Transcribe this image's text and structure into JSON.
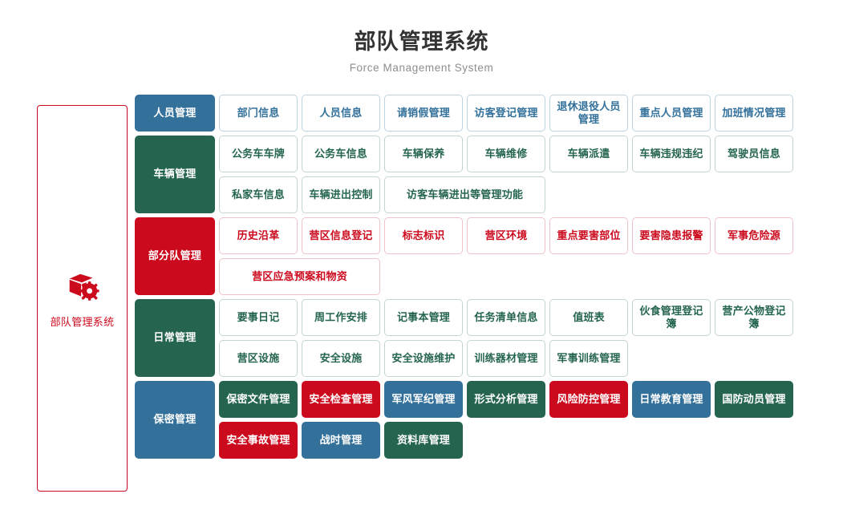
{
  "header": {
    "title": "部队管理系统",
    "subtitle": "Force Management System"
  },
  "sidebar": {
    "icon": "cube-gear-icon",
    "label": "部队管理系统",
    "accent": "#cc0a1e"
  },
  "palette": {
    "blue": "#33719b",
    "green": "#256550",
    "red": "#cc0a1e",
    "blue_border": "#bcd3e2",
    "green_border": "#c3d6ce",
    "red_border": "#f0c3c9",
    "title_color": "#333333",
    "subtitle_color": "#8e8e8e"
  },
  "rows": [
    {
      "category": "人员管理",
      "category_style": "blue",
      "item_style": "o-blue",
      "items": [
        {
          "label": "部门信息"
        },
        {
          "label": "人员信息"
        },
        {
          "label": "请销假管理"
        },
        {
          "label": "访客登记管理"
        },
        {
          "label": "退休退役人员管理"
        },
        {
          "label": "重点人员管理"
        },
        {
          "label": "加班情况管理"
        }
      ]
    },
    {
      "category": "车辆管理",
      "category_style": "green",
      "item_style": "o-green",
      "items": [
        {
          "label": "公务车车牌"
        },
        {
          "label": "公务车信息"
        },
        {
          "label": "车辆保养"
        },
        {
          "label": "车辆维修"
        },
        {
          "label": "车辆派遣"
        },
        {
          "label": "车辆违规违纪"
        },
        {
          "label": "驾驶员信息"
        },
        {
          "label": "私家车信息"
        },
        {
          "label": "车辆进出控制"
        },
        {
          "label": "访客车辆进出等管理功能",
          "wide": true
        }
      ]
    },
    {
      "category": "部分队管理",
      "category_style": "red",
      "item_style": "o-red",
      "items": [
        {
          "label": "历史沿革"
        },
        {
          "label": "营区信息登记"
        },
        {
          "label": "标志标识"
        },
        {
          "label": "营区环境"
        },
        {
          "label": "重点要害部位"
        },
        {
          "label": "要害隐患报警"
        },
        {
          "label": "军事危险源"
        },
        {
          "label": "营区应急预案和物资",
          "wide": true
        }
      ]
    },
    {
      "category": "日常管理",
      "category_style": "green",
      "item_style": "o-green",
      "items": [
        {
          "label": "要事日记"
        },
        {
          "label": "周工作安排"
        },
        {
          "label": "记事本管理"
        },
        {
          "label": "任务清单信息"
        },
        {
          "label": "值班表"
        },
        {
          "label": "伙食管理登记簿"
        },
        {
          "label": "营产公物登记簿"
        },
        {
          "label": "营区设施"
        },
        {
          "label": "安全设施"
        },
        {
          "label": "安全设施维护"
        },
        {
          "label": "训练器材管理"
        },
        {
          "label": "军事训练管理"
        }
      ]
    },
    {
      "category": "保密管理",
      "category_style": "blue",
      "item_style": "",
      "items": [
        {
          "label": "保密文件管理",
          "style": "f-green"
        },
        {
          "label": "安全检查管理",
          "style": "f-red"
        },
        {
          "label": "军风军纪管理",
          "style": "f-blue"
        },
        {
          "label": "形式分析管理",
          "style": "f-green"
        },
        {
          "label": "风险防控管理",
          "style": "f-red"
        },
        {
          "label": "日常教育管理",
          "style": "f-blue"
        },
        {
          "label": "国防动员管理",
          "style": "f-green"
        },
        {
          "label": "安全事故管理",
          "style": "f-red"
        },
        {
          "label": "战时管理",
          "style": "f-blue"
        },
        {
          "label": "资料库管理",
          "style": "f-green"
        }
      ]
    }
  ]
}
